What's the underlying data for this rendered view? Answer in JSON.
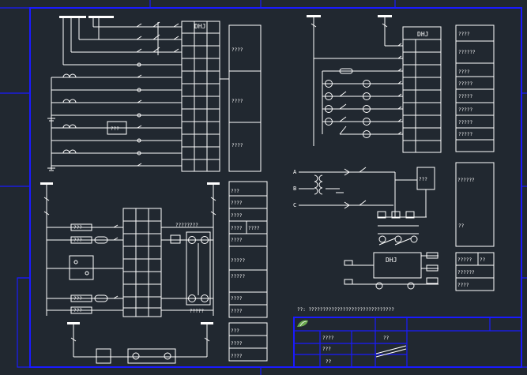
{
  "panels": {
    "top_left_relay": "DHJ",
    "top_right_relay": "DHJ",
    "bottom_right_relay": "DHJ"
  },
  "labels": {
    "tl_box": "???",
    "tl_col": [
      "????",
      "????",
      "????"
    ],
    "tr_col": [
      "????",
      "??????",
      "????",
      "?????",
      "?????",
      "?????",
      "?????",
      "?????"
    ],
    "bl_top": "????????",
    "bl_bottom": "?????",
    "bl_lbl1": "???",
    "bl_lbl2": "???",
    "bl_lbl3": "???",
    "bl_lbl4": "???",
    "bl_col": [
      "???",
      "????",
      "????",
      "????",
      "????",
      "????",
      "?????",
      "?????",
      "????",
      "????"
    ],
    "bl_col2": [
      "???",
      "????",
      "????"
    ],
    "br_box": "???",
    "br_col1_a": "??????",
    "br_col1_b": "??",
    "br_col2": [
      "?????",
      "??????",
      "????",
      "??"
    ],
    "phases": [
      "A",
      "B",
      "C"
    ],
    "note": "??: ??????????????????????????????",
    "title_block": {
      "r1": "????",
      "r2": "???",
      "r3": "??",
      "r4": "??"
    }
  }
}
